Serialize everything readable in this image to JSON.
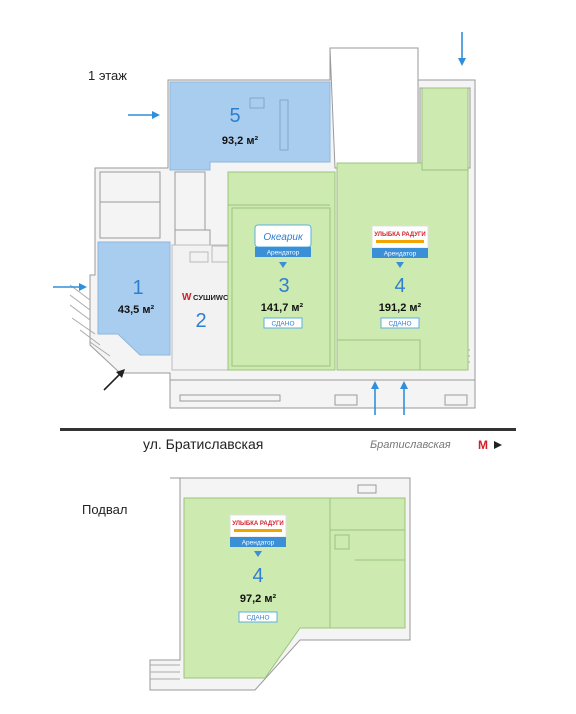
{
  "floors": {
    "first_label": "1 этаж",
    "basement_label": "Подвал"
  },
  "units": [
    {
      "number": "1",
      "area": "43,5 м²"
    },
    {
      "number": "5",
      "area": "93,2 м²"
    },
    {
      "number": "2",
      "brand": "СУШИWOK"
    },
    {
      "number": "3",
      "area": "141,7 м²",
      "tenant_logo": "Океарик",
      "tenant_note": "Арендатор",
      "status": "СДАНО"
    },
    {
      "number": "4",
      "area": "191,2 м²",
      "tenant_logo": "УЛЫБКА РАДУГИ",
      "tenant_note": "Арендатор",
      "status": "СДАНО"
    }
  ],
  "basement_unit": {
    "number": "4",
    "area": "97,2 м²",
    "tenant_logo": "УЛЫБКА РАДУГИ",
    "tenant_note": "Арендатор",
    "status": "СДАНО"
  },
  "street": "ул. Братиславская",
  "metro_station": "Братиславская",
  "colors": {
    "blue_room": "#a9cdee",
    "green_room": "#cdeab0",
    "arrow": "#2f8fdc",
    "wall": "#9a9a9a"
  }
}
